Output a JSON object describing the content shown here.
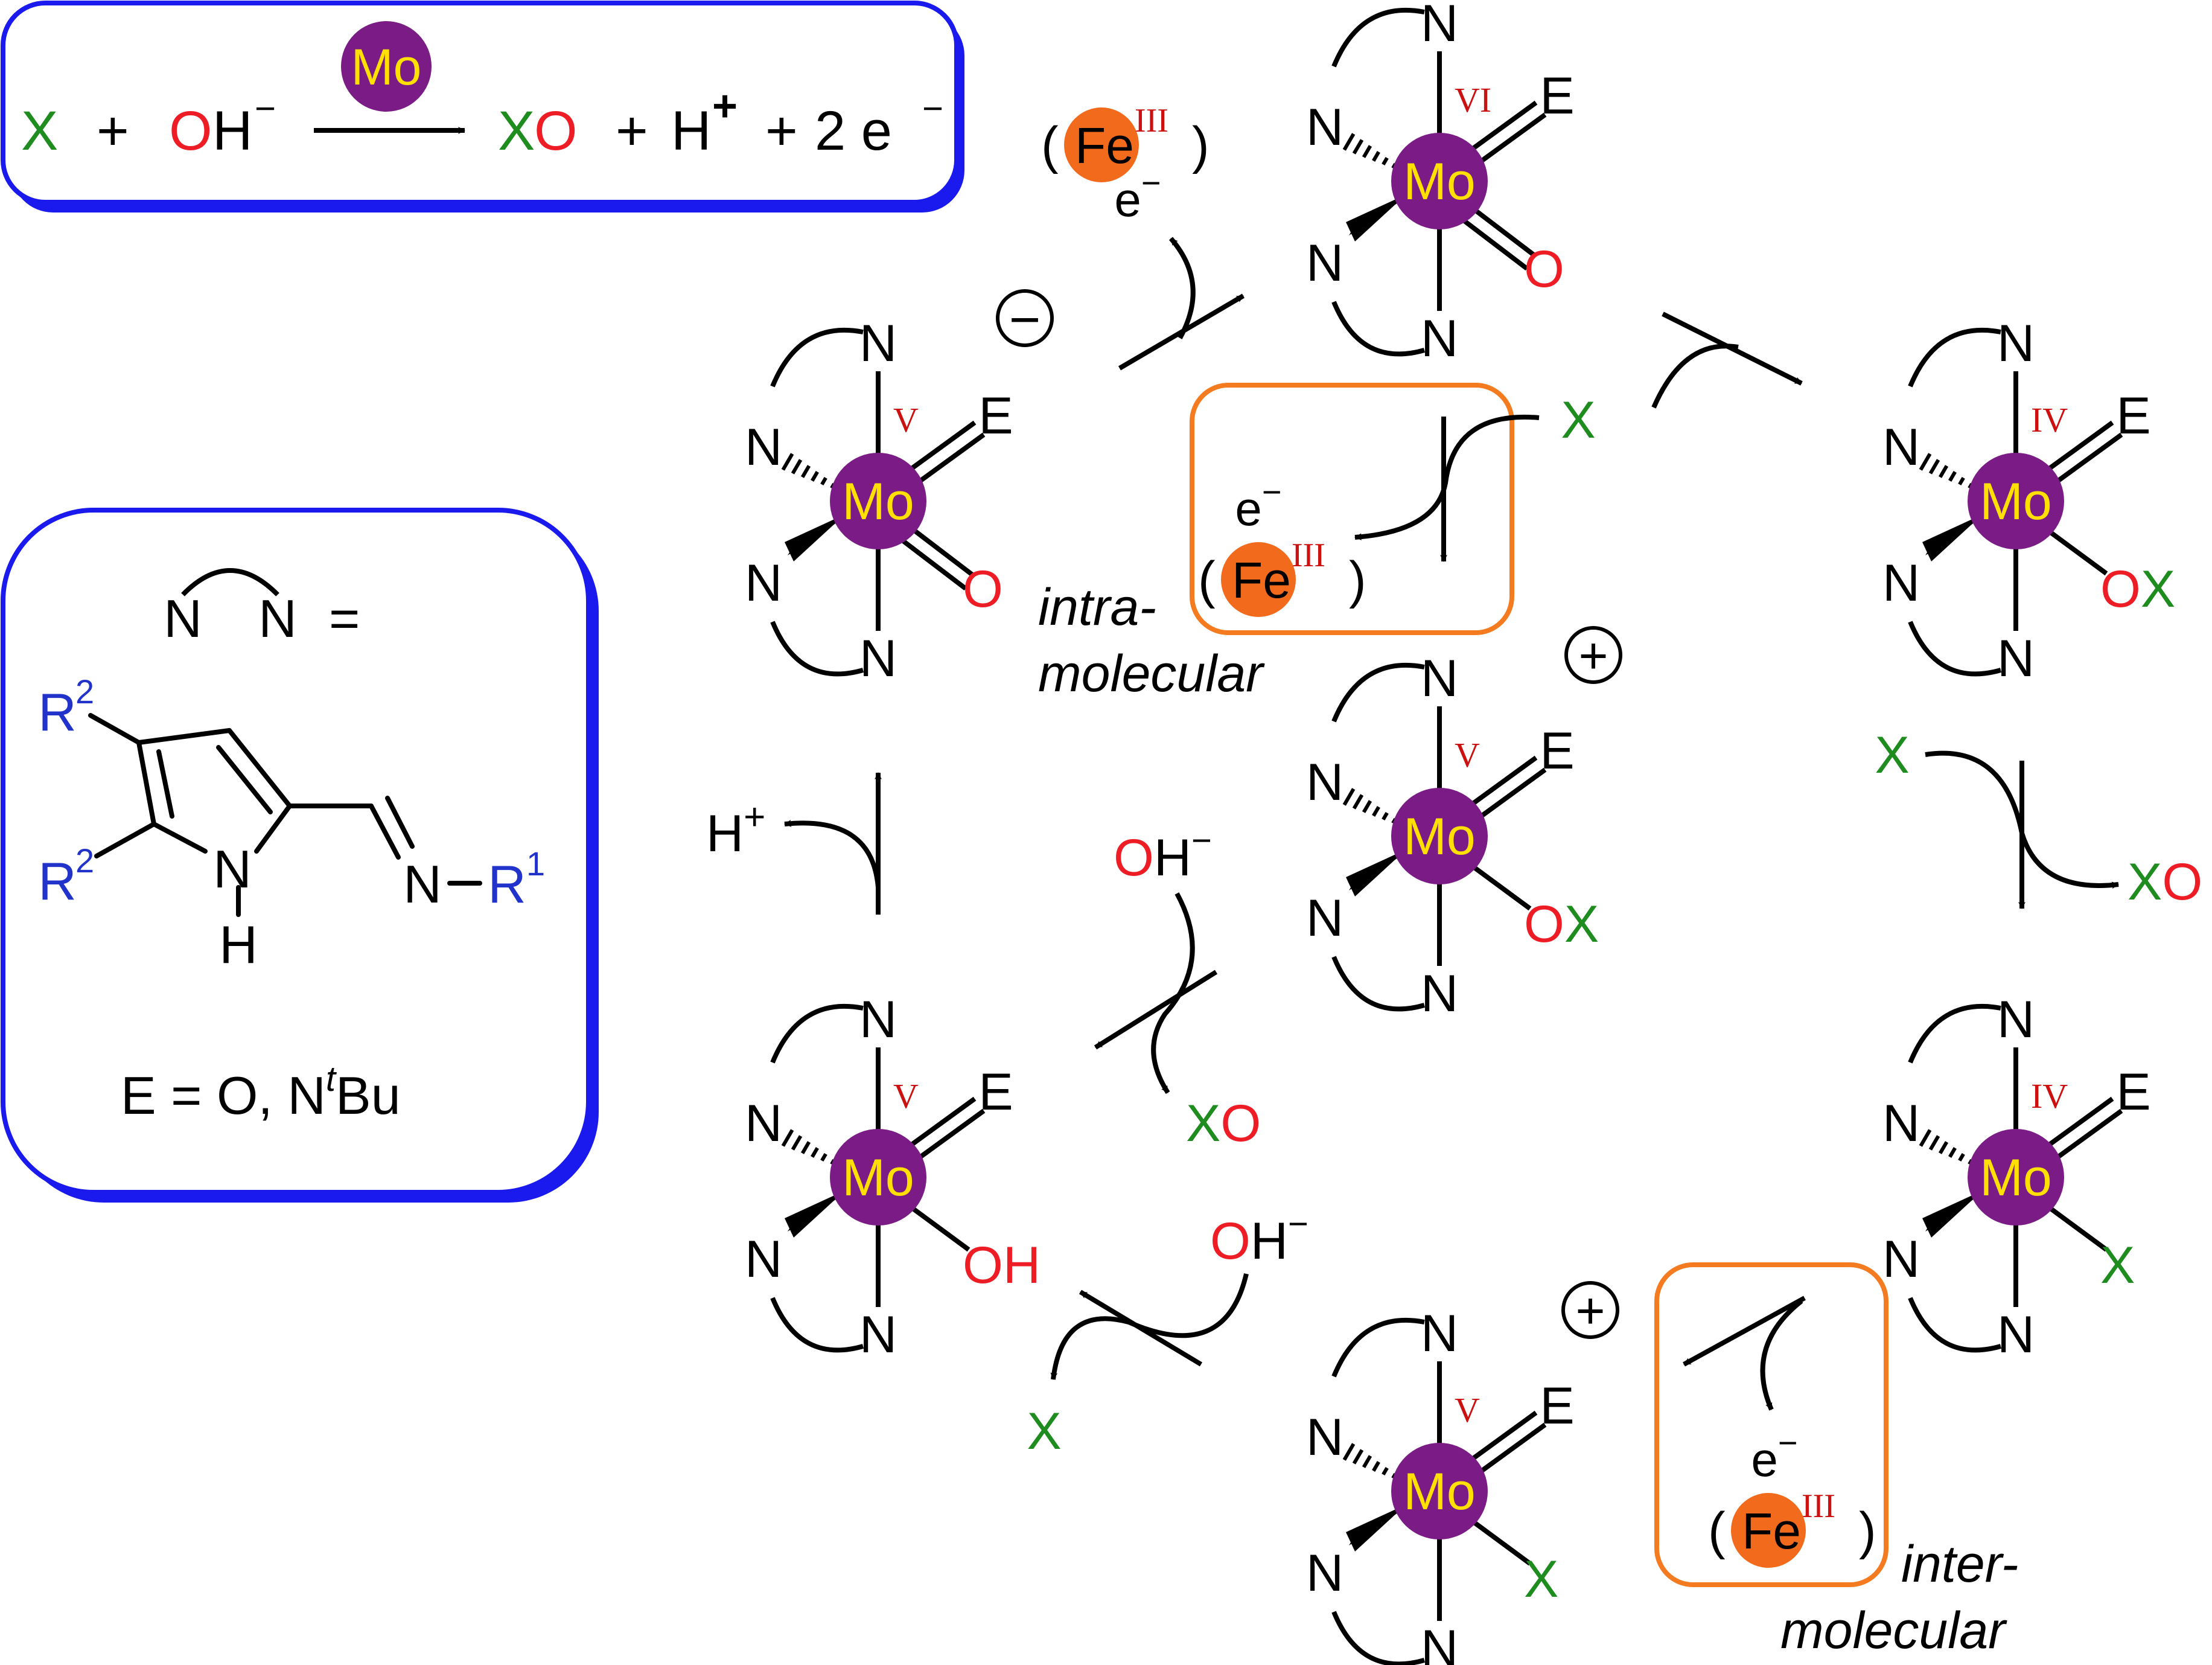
{
  "overall_equation": {
    "x": "X",
    "plus1": "+",
    "oh_o": "O",
    "oh_h": "H",
    "oh_charge": "−",
    "catalyst": "Mo",
    "xo_x": "X",
    "xo_o": "O",
    "plus2": "+",
    "proton": "H",
    "proton_charge": "+",
    "plus3": "+",
    "electrons": "2 e",
    "electron_charge": "−"
  },
  "legend": {
    "chelate_n1": "N",
    "chelate_n2": "N",
    "equals": "=",
    "r2_top": "R",
    "r2_top_sup": "2",
    "r2_bottom": "R",
    "r2_bottom_sup": "2",
    "ring_n": "N",
    "ring_h": "H",
    "imine_n": "N",
    "imine_r": "R",
    "imine_r_sup": "1",
    "e_def_prefix": "E = O, N",
    "e_def_sup": "t",
    "e_def_suffix": "Bu"
  },
  "complexes": [
    {
      "id": "c1",
      "metal": "Mo",
      "ox": "V",
      "n_top": "N",
      "n_left": "N",
      "n_lowleft": "N",
      "n_bottom": "N",
      "e_label": "E",
      "ligand_a": "O",
      "ligand_b": ""
    },
    {
      "id": "c2",
      "metal": "Mo",
      "ox": "VI",
      "n_top": "N",
      "n_left": "N",
      "n_lowleft": "N",
      "n_bottom": "N",
      "e_label": "E",
      "ligand_a": "O",
      "ligand_b": ""
    },
    {
      "id": "c3",
      "metal": "Mo",
      "ox": "IV",
      "n_top": "N",
      "n_left": "N",
      "n_lowleft": "N",
      "n_bottom": "N",
      "e_label": "E",
      "ligand_a": "O",
      "ligand_b": "X"
    },
    {
      "id": "c4",
      "metal": "Mo",
      "ox": "V",
      "n_top": "N",
      "n_left": "N",
      "n_lowleft": "N",
      "n_bottom": "N",
      "e_label": "E",
      "ligand_a": "O",
      "ligand_b": "X"
    },
    {
      "id": "c5",
      "metal": "Mo",
      "ox": "IV",
      "n_top": "N",
      "n_left": "N",
      "n_lowleft": "N",
      "n_bottom": "N",
      "e_label": "E",
      "ligand_a": "",
      "ligand_b": "X"
    },
    {
      "id": "c6",
      "metal": "Mo",
      "ox": "V",
      "n_top": "N",
      "n_left": "N",
      "n_lowleft": "N",
      "n_bottom": "N",
      "e_label": "E",
      "ligand_a": "",
      "ligand_b": "X"
    },
    {
      "id": "c7",
      "metal": "Mo",
      "ox": "V",
      "n_top": "N",
      "n_left": "N",
      "n_lowleft": "N",
      "n_bottom": "N",
      "e_label": "E",
      "ligand_a": "OH",
      "ligand_b": ""
    }
  ],
  "iron": {
    "metal": "Fe",
    "ox": "III",
    "open_paren": "(",
    "close_paren": ")",
    "electron": "e",
    "electron_charge": "−"
  },
  "charges": {
    "minus": "−",
    "plus": "+"
  },
  "reagents": {
    "x": "X",
    "xo_x": "X",
    "xo_o": "O",
    "oh_o": "O",
    "oh_h": "H",
    "oh_charge": "−",
    "proton": "H",
    "proton_charge": "+"
  },
  "labels": {
    "intra_1": "intra-",
    "intra_2": "molecular",
    "inter_1": "inter-",
    "inter_2": "molecular"
  },
  "colors": {
    "molybdenum": "#7a1b86",
    "mo_text": "#ffe000",
    "iron": "#f26b1d",
    "oxygen": "#ee1c24",
    "substrate": "#1e8c1e",
    "r_group": "#2233cc",
    "box_blue": "#1a1aee",
    "box_orange": "#f47b20",
    "ox_state": "#cc1111"
  }
}
